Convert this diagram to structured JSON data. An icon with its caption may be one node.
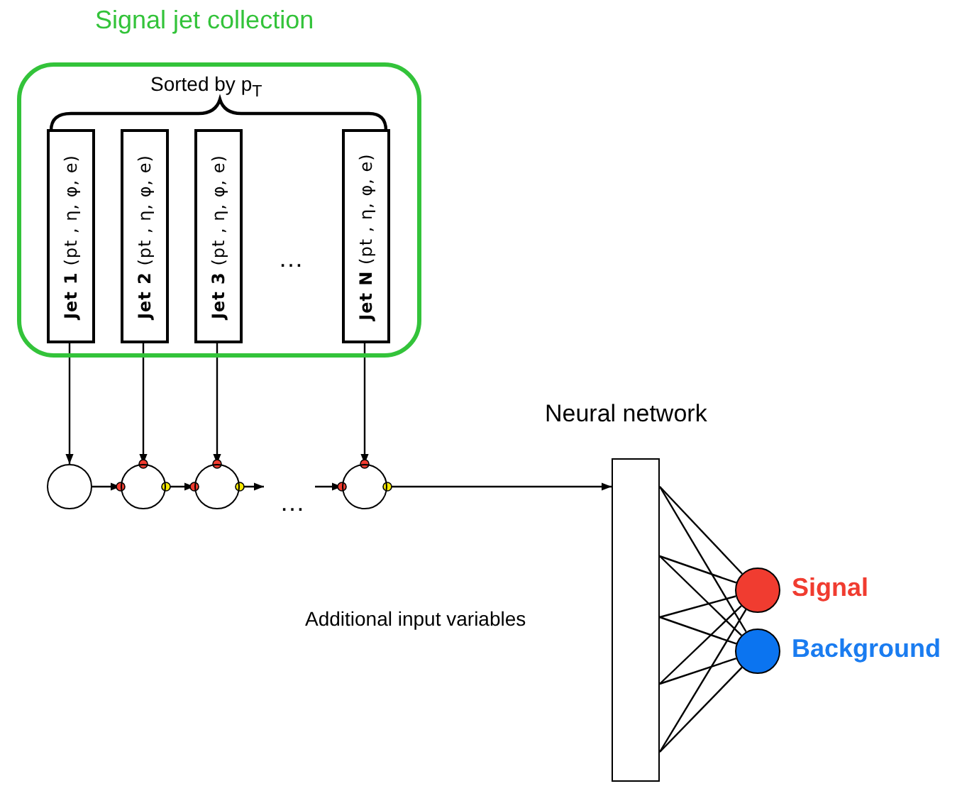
{
  "diagram": {
    "nodes": [
      {
        "text": [
          "Signal jet collection",
          "Sorted by p$_{T}$"
        ]
      },
      {
        "text": [
          "**Jet 1** (pt , η, φ, e)"
        ],
        "in": 0
      },
      {
        "text": [
          "**Jet 2** (pt , η, φ, e)"
        ],
        "in": 0
      },
      {
        "text": [
          "**Jet 3** (pt , η, φ, e)"
        ],
        "in": 0
      },
      {
        "text": [
          "**Jet N** (pt , η, φ, e)"
        ],
        "in": 0
      },
      {
        "text": [],
        "shape": "circle"
      },
      {
        "text": [],
        "shape": "circle"
      },
      {
        "text": [],
        "shape": "circle"
      },
      {
        "text": [],
        "shape": "circle"
      },
      {
        "text": [
          "Neural network"
        ]
      },
      {
        "text": [],
        "shape": "circle",
        "beside": [
          "Signal"
        ]
      },
      {
        "text": [],
        "shape": "circle",
        "beside": [
          "Background"
        ]
      }
    ],
    "edges": [
      {
        "from": 1,
        "to": 5,
        "arrow": "to"
      },
      {
        "from": 2,
        "to": 6,
        "arrow": "to"
      },
      {
        "from": 3,
        "to": 7,
        "arrow": "to"
      },
      {
        "from": 4,
        "to": 8,
        "arrow": "to"
      },
      {
        "from": 5,
        "to": 6,
        "arrow": "to"
      },
      {
        "from": 6,
        "to": 7,
        "arrow": "to"
      },
      {
        "from": 7,
        "to": null,
        "arrow": "to"
      },
      {
        "from": null,
        "to": 8,
        "arrow": "to"
      },
      {
        "from": 8,
        "to": 9,
        "arrow": "to"
      },
      {
        "from": 9,
        "to": 10,
        "arrow": "none"
      },
      {
        "from": 9,
        "to": 10,
        "arrow": "none"
      },
      {
        "from": 9,
        "to": 10,
        "arrow": "none"
      },
      {
        "from": 9,
        "to": 10,
        "arrow": "none"
      },
      {
        "from": 9,
        "to": 10,
        "arrow": "none"
      },
      {
        "from": 9,
        "to": 11,
        "arrow": "none"
      },
      {
        "from": 9,
        "to": 11,
        "arrow": "none"
      },
      {
        "from": 9,
        "to": 11,
        "arrow": "none"
      },
      {
        "from": 9,
        "to": 11,
        "arrow": "none"
      },
      {
        "from": 9,
        "to": 11,
        "arrow": "none"
      }
    ],
    "labels": [
      "…",
      "…",
      "Additional input variables"
    ]
  }
}
